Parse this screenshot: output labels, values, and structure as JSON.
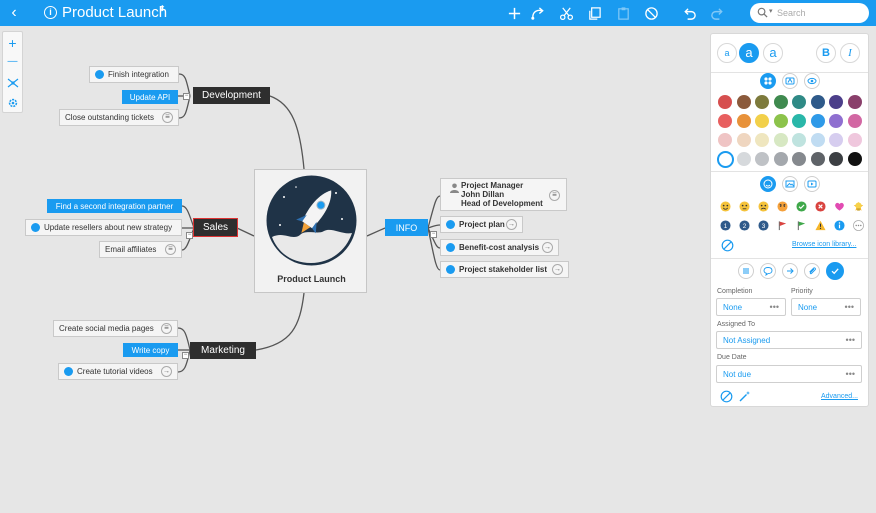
{
  "topbar": {
    "back_glyph": "‹",
    "info_glyph": "i",
    "title": "Product Launch",
    "title_switch_glyph": "⬍",
    "search_placeholder": "Search"
  },
  "toolbar_icons": [
    "plus-icon",
    "connect-icon",
    "cut-icon",
    "copy-icon",
    "paste-icon",
    "delete-icon",
    "undo-icon",
    "redo-icon"
  ],
  "leftbar": {
    "zoom_in": "+",
    "zoom_out": "—"
  },
  "mindmap": {
    "central": {
      "title": "Product Launch"
    },
    "development": {
      "label": "Development",
      "children": [
        "Finish integration",
        "Update API",
        "Close outstanding tickets"
      ]
    },
    "sales": {
      "label": "Sales",
      "children": [
        "Find a second integration partner",
        "Update resellers about new strategy",
        "Email affiliates"
      ]
    },
    "marketing": {
      "label": "Marketing",
      "children": [
        "Create social media pages",
        "Write copy",
        "Create tutorial videos"
      ]
    },
    "info": {
      "label": "INFO",
      "project_manager": [
        "Project Manager",
        "John Dillan",
        "Head of Development"
      ],
      "children": [
        "Project plan",
        "Benefit-cost analysis",
        "Project stakeholder list"
      ]
    },
    "glyphs": {
      "notes": "≡",
      "arrow": "→",
      "collapse": "−"
    }
  },
  "panel": {
    "font": {
      "small": "a",
      "medium": "a",
      "large": "a",
      "bold": "B",
      "italic": "I"
    },
    "colors": {
      "row1": [
        "#d64f4f",
        "#8b5a3c",
        "#7d7a3c",
        "#3f8a4f",
        "#2f8a86",
        "#2f5a8a",
        "#4c3f8a",
        "#8a3f6b"
      ],
      "row2": [
        "#e85f5f",
        "#e8923a",
        "#f2d04a",
        "#8cc34b",
        "#2ab7a9",
        "#2f9ae8",
        "#8f6fd0",
        "#d267a3"
      ],
      "row3": [
        "#efc4c4",
        "#efd6c0",
        "#efe6bf",
        "#d7e8c3",
        "#bfe3df",
        "#c0dcf2",
        "#d6cdef",
        "#efc7dd"
      ],
      "row4": [
        "#ffffff",
        "#d6d9dc",
        "#bfc2c6",
        "#a4a8ad",
        "#85898e",
        "#5f6368",
        "#3c3f43",
        "#111111"
      ]
    },
    "browse_icons": "Browse icon library...",
    "completion_label": "Completion",
    "completion_value": "None",
    "priority_label": "Priority",
    "priority_value": "None",
    "assigned_label": "Assigned To",
    "assigned_value": "Not Assigned",
    "due_label": "Due Date",
    "due_value": "Not due",
    "more": "•••",
    "advanced": "Advanced..."
  }
}
